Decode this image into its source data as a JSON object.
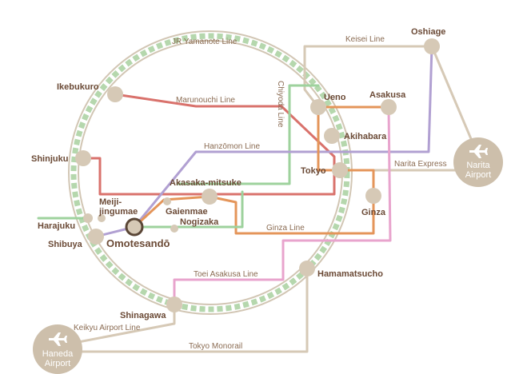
{
  "stations": {
    "oshiage": "Oshiage",
    "ikebukuro": "Ikebukuro",
    "ueno": "Ueno",
    "asakusa": "Asakusa",
    "akihabara": "Akihabara",
    "shinjuku": "Shinjuku",
    "tokyo": "Tokyo",
    "akasaka_mitsuke": "Akasaka-mitsuke",
    "meiji_jingumae_1": "Meiji-",
    "meiji_jingumae_2": "jingumae",
    "gaienmae": "Gaienmae",
    "nogizaka": "Nogizaka",
    "harajuku": "Harajuku",
    "shibuya": "Shibuya",
    "omotesando": "Omotesandō",
    "ginza": "Ginza",
    "hamamatsucho": "Hamamatsucho",
    "shinagawa": "Shinagawa"
  },
  "airports": {
    "narita_1": "Narita",
    "narita_2": "Airport",
    "haneda_1": "Haneda",
    "haneda_2": "Airport"
  },
  "lines": {
    "yamanote": "JR Yamanote Line",
    "keisei": "Keisei Line",
    "marunouchi": "Marunouchi Line",
    "chiyoda": "Chiyoda Line",
    "hanzomon": "Hanzōmon Line",
    "narita_express": "Narita Express",
    "ginza": "Ginza Line",
    "toei_asakusa": "Toei Asakusa Line",
    "keikyu_airport": "Keikyu Airport Line",
    "tokyo_monorail": "Tokyo Monorail"
  },
  "colors": {
    "yamanote": "#b5d7ad",
    "ring_outline": "#d2c6b4",
    "station": "#d6c9b6",
    "keisei": "#d6c9b6",
    "marunouchi": "#d9726c",
    "chiyoda": "#9ed29d",
    "hanzomon": "#b1a0d2",
    "ginza": "#e4955a",
    "toei_asakusa": "#e8a4cd",
    "narita_express": "#d6c9b6",
    "keikyu": "#d6c9b6",
    "monorail": "#d6c9b6",
    "station_label": "#6b4a36",
    "line_label": "#8a6b52",
    "highlight_station": "#5a4636",
    "airport": "#cdbfab"
  },
  "icons": {
    "airport": "airplane-icon"
  }
}
